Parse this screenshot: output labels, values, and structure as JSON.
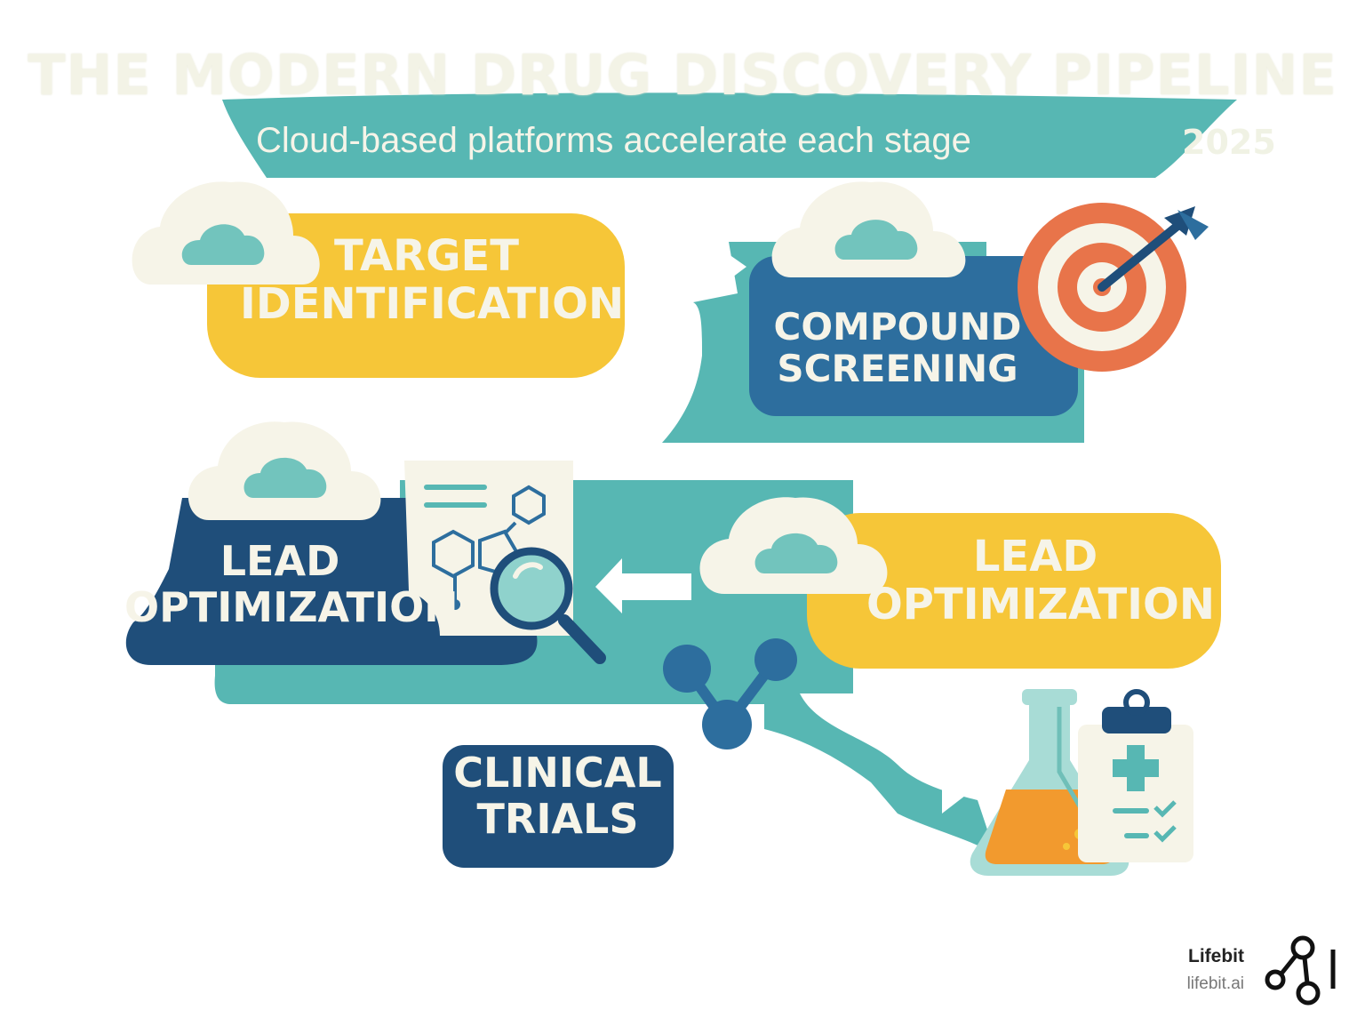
{
  "header": {
    "title": "THE MODERN DRUG DISCOVERY PIPELINE",
    "subtitle": "Cloud-based platforms accelerate each stage",
    "year": "2025"
  },
  "stages": [
    {
      "label": "TARGET\nIDENTIFICATION"
    },
    {
      "label": "COMPOUND\nSCREENING"
    },
    {
      "label": "LEAD\nOPTIMIZATION"
    },
    {
      "label": "LEAD\nOPTIMIZATION"
    },
    {
      "label": "CLINICAL\nTRIALS"
    }
  ],
  "brand": {
    "name": "Lifebit",
    "url": "lifebit.ai"
  },
  "colors": {
    "teal": "#57b7b3",
    "yellow": "#f6c638",
    "blue": "#2d6e9e",
    "navy": "#1f4e7a",
    "cream": "#f6f4e8",
    "orange": "#e8744a"
  }
}
